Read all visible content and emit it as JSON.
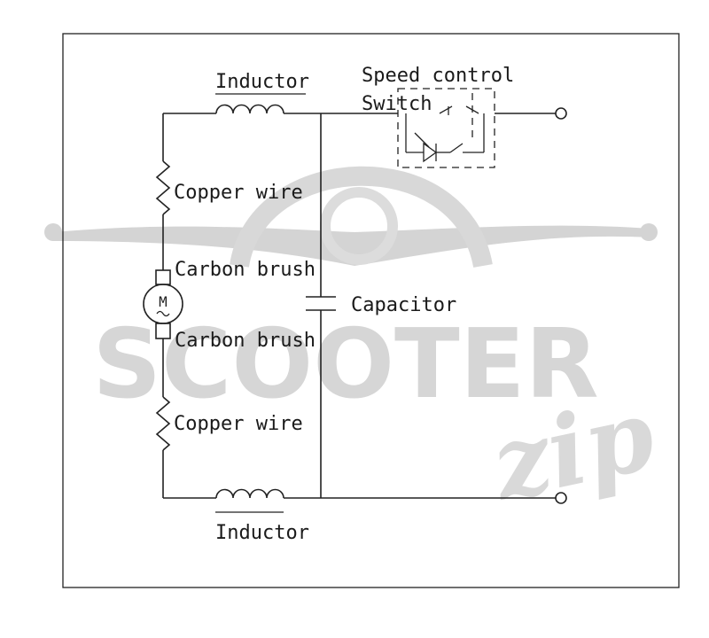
{
  "diagram": {
    "labels": {
      "inductor_top": "Inductor",
      "inductor_bottom": "Inductor",
      "speed_control_line1": "Speed control",
      "speed_control_line2": "Switch",
      "copper_wire_top": "Copper wire",
      "copper_wire_bottom": "Copper wire",
      "carbon_brush_top": "Carbon brush",
      "carbon_brush_bottom": "Carbon brush",
      "capacitor": "Capacitor",
      "motor_symbol": "M"
    },
    "watermark": {
      "brand": "SCOOTER",
      "script": "zip"
    },
    "colors": {
      "line": "#222222",
      "watermark": "#d4d4d4",
      "background": "#ffffff"
    }
  }
}
